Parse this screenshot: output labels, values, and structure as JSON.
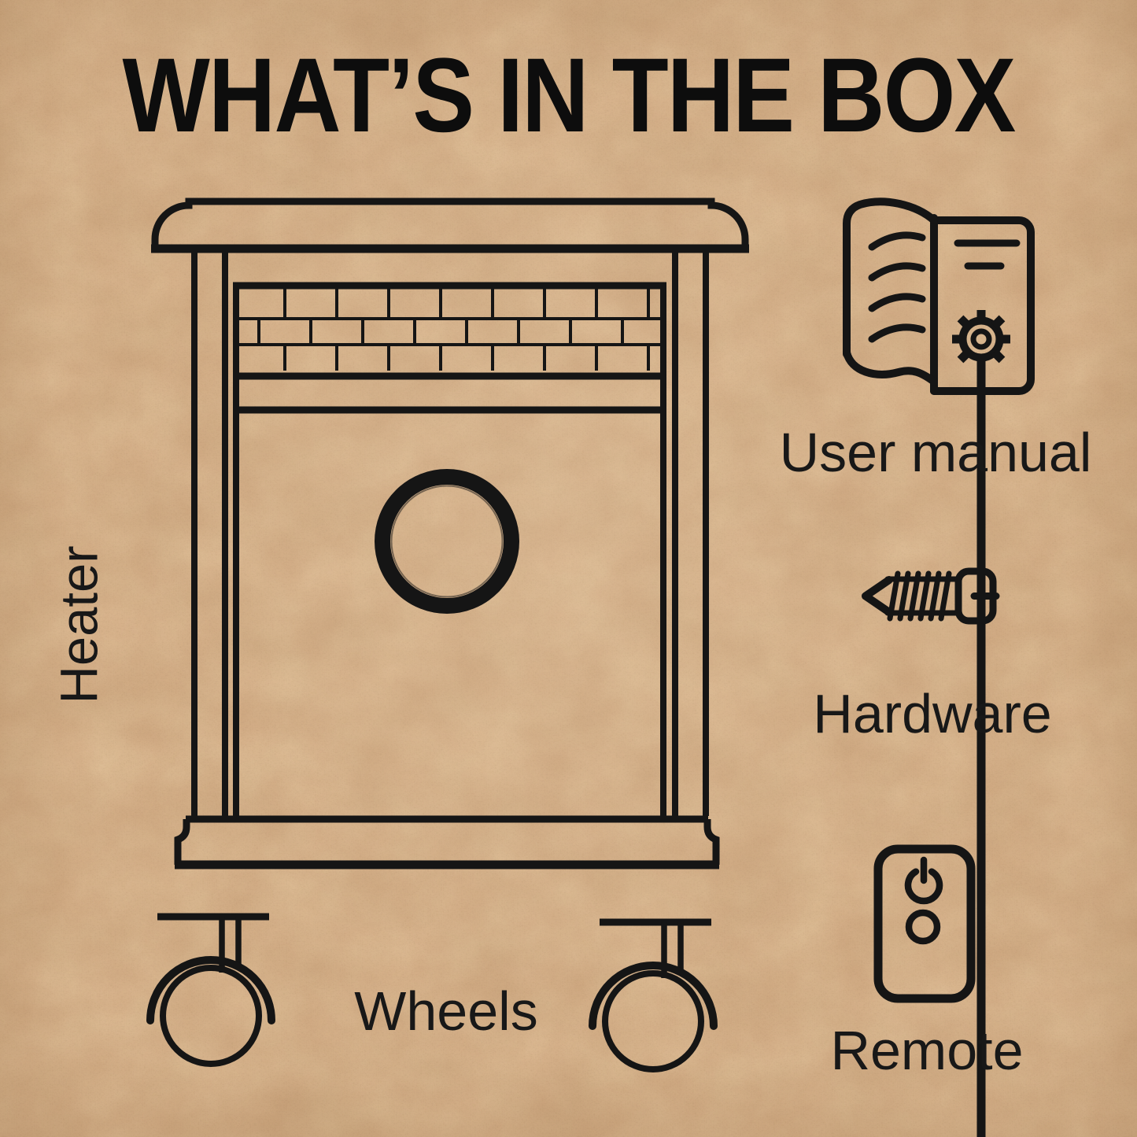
{
  "title": "WHAT’S IN THE BOX",
  "colors": {
    "paper": "#d8b08a",
    "paper_light": "#eed7b0",
    "paper_dark": "#bb9068",
    "ink": "#151515"
  },
  "labels": {
    "heater": "Heater",
    "user_manual": "User manual",
    "hardware": "Hardware",
    "wheels": "Wheels",
    "remote": "Remote"
  },
  "icons": [
    "heater-line-drawing",
    "caster-wheel-icon",
    "user-manual-book-icon",
    "screw-icon",
    "remote-control-icon"
  ]
}
